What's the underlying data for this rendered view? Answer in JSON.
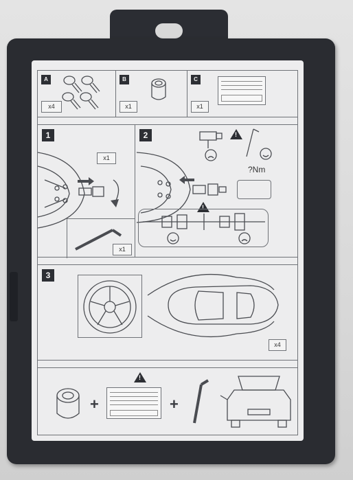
{
  "sections": {
    "a": {
      "badge": "A",
      "qty": "x4"
    },
    "b": {
      "badge": "B",
      "qty": "x1"
    },
    "c": {
      "badge": "C",
      "qty": "x1"
    },
    "step1": {
      "badge": "1",
      "qty_top": "x1",
      "qty_bottom": "x1"
    },
    "step2": {
      "badge": "2",
      "torque": "?Nm"
    },
    "step3": {
      "badge": "3",
      "qty": "x4"
    },
    "bottom": {
      "plus_1": "+",
      "plus_2": "+"
    }
  },
  "colors": {
    "case": "#2a2c31",
    "card": "#ededee",
    "ink": "#4a4c51"
  },
  "icons": [
    "warning-icon",
    "smiley-happy-icon",
    "smiley-sad-icon",
    "wheel-icon",
    "car-top-icon",
    "wrench-icon",
    "lock-nut-icon",
    "drill-icon",
    "car-rear-icon"
  ]
}
